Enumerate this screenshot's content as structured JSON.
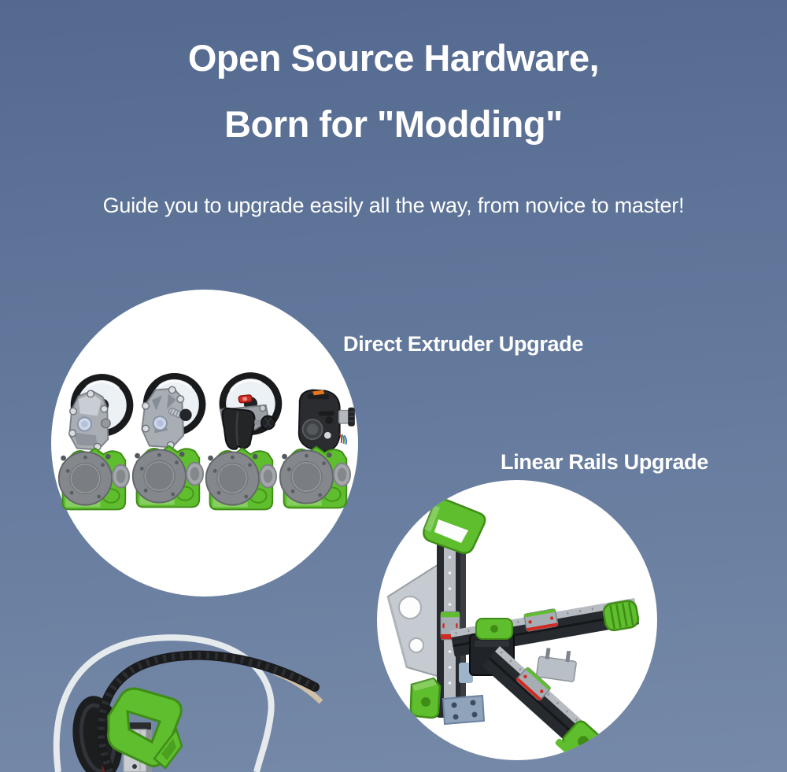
{
  "header": {
    "title_line1": "Open Source Hardware,",
    "title_line2": "Born for \"Modding\"",
    "subtitle": "Guide you to upgrade easily all the way, from novice to master!"
  },
  "features": [
    {
      "label": "Direct Extruder Upgrade",
      "image": "four-direct-drive-extruder-renders"
    },
    {
      "label": "Linear Rails Upgrade",
      "image": "linear-rail-axis-assembly-render"
    }
  ],
  "footer_image": "printer-gantry-photo-with-green-handle-cable-and-ptfe-tube",
  "colors": {
    "bg_top": "#54698f",
    "bg_mid": "#63799c",
    "bg_bottom": "#7689a8",
    "circle_bg": "#ffffff",
    "text": "#ffffff",
    "accent_green": "#5fbe2d",
    "accent_green_dark": "#3f8c17",
    "lever_red": "#cf2b22",
    "mark_orange": "#e5761e",
    "machine_dark": "#26292d",
    "machine_silver": "#b7bcc2",
    "tube_white": "#e9edf0",
    "cable_black": "#1a1b1d"
  }
}
